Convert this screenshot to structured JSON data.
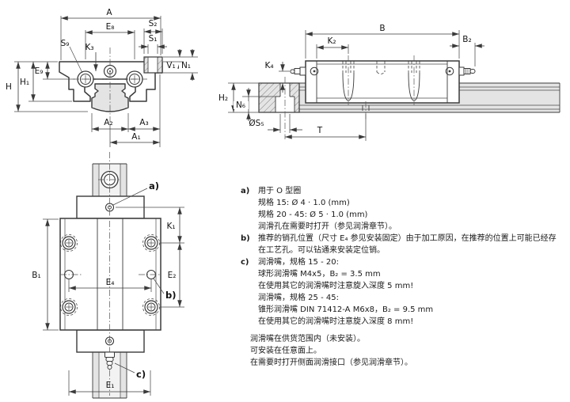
{
  "front_view": {
    "labels": {
      "a": "A",
      "e8": "E₈",
      "s2": "S₂",
      "s1": "S₁",
      "s9": "S₉",
      "k3": "K₃",
      "v1": "V₁",
      "n1": "N₁",
      "h": "H",
      "h1": "H₁",
      "e9": "E₉",
      "a2": "A₂",
      "a3": "A₃",
      "a1": "A₁"
    }
  },
  "side_view": {
    "labels": {
      "b": "B",
      "k2": "K₂",
      "b2": "B₂",
      "k4": "K₄",
      "h2": "H₂",
      "n6": "N₆",
      "s5": "ØS₅",
      "t": "T"
    }
  },
  "top_view": {
    "labels": {
      "b1": "B₁",
      "k1": "K₁",
      "e2": "E₂",
      "e4": "E₄",
      "e1": "E₁"
    },
    "callouts": {
      "a": "a)",
      "b": "b)",
      "c": "c)"
    }
  },
  "notes": {
    "a": {
      "marker": "a)",
      "lines": [
        "用于 O 型圈",
        "规格 15: Ø 4 · 1.0 (mm)",
        "规格 20 - 45: Ø 5 · 1.0 (mm)",
        "润滑孔在需要时打开（参见润滑章节）。"
      ]
    },
    "b": {
      "marker": "b)",
      "lines": [
        "推荐的销孔位置（尺寸 E₄ 参见安装固定）由于加工原因，在推荐的位置上可能已经存",
        "在工艺孔。可以钻通来安装定位销。"
      ]
    },
    "c": {
      "marker": "c)",
      "lines": [
        "润滑嘴，规格 15 - 20:",
        "球形润滑嘴 M4x5，B₂ = 3.5 mm",
        "在使用其它的润滑嘴时注意旋入深度 5 mm!",
        "润滑嘴，规格 25 - 45:",
        "锥形润滑嘴 DIN 71412-A M6x8，B₂ = 9.5 mm",
        "在使用其它的润滑嘴时注意旋入深度 8 mm!"
      ]
    },
    "footer": [
      "润滑嘴在供货范围内（未安装）。",
      "可安装在任意面上。",
      "在需要时打开侧面润滑接口（参见润滑章节）。"
    ]
  },
  "colors": {
    "line": "#3a3a3a",
    "fill_gray": "#e4e4e4",
    "background": "#ffffff",
    "text": "#1a1a1a"
  }
}
